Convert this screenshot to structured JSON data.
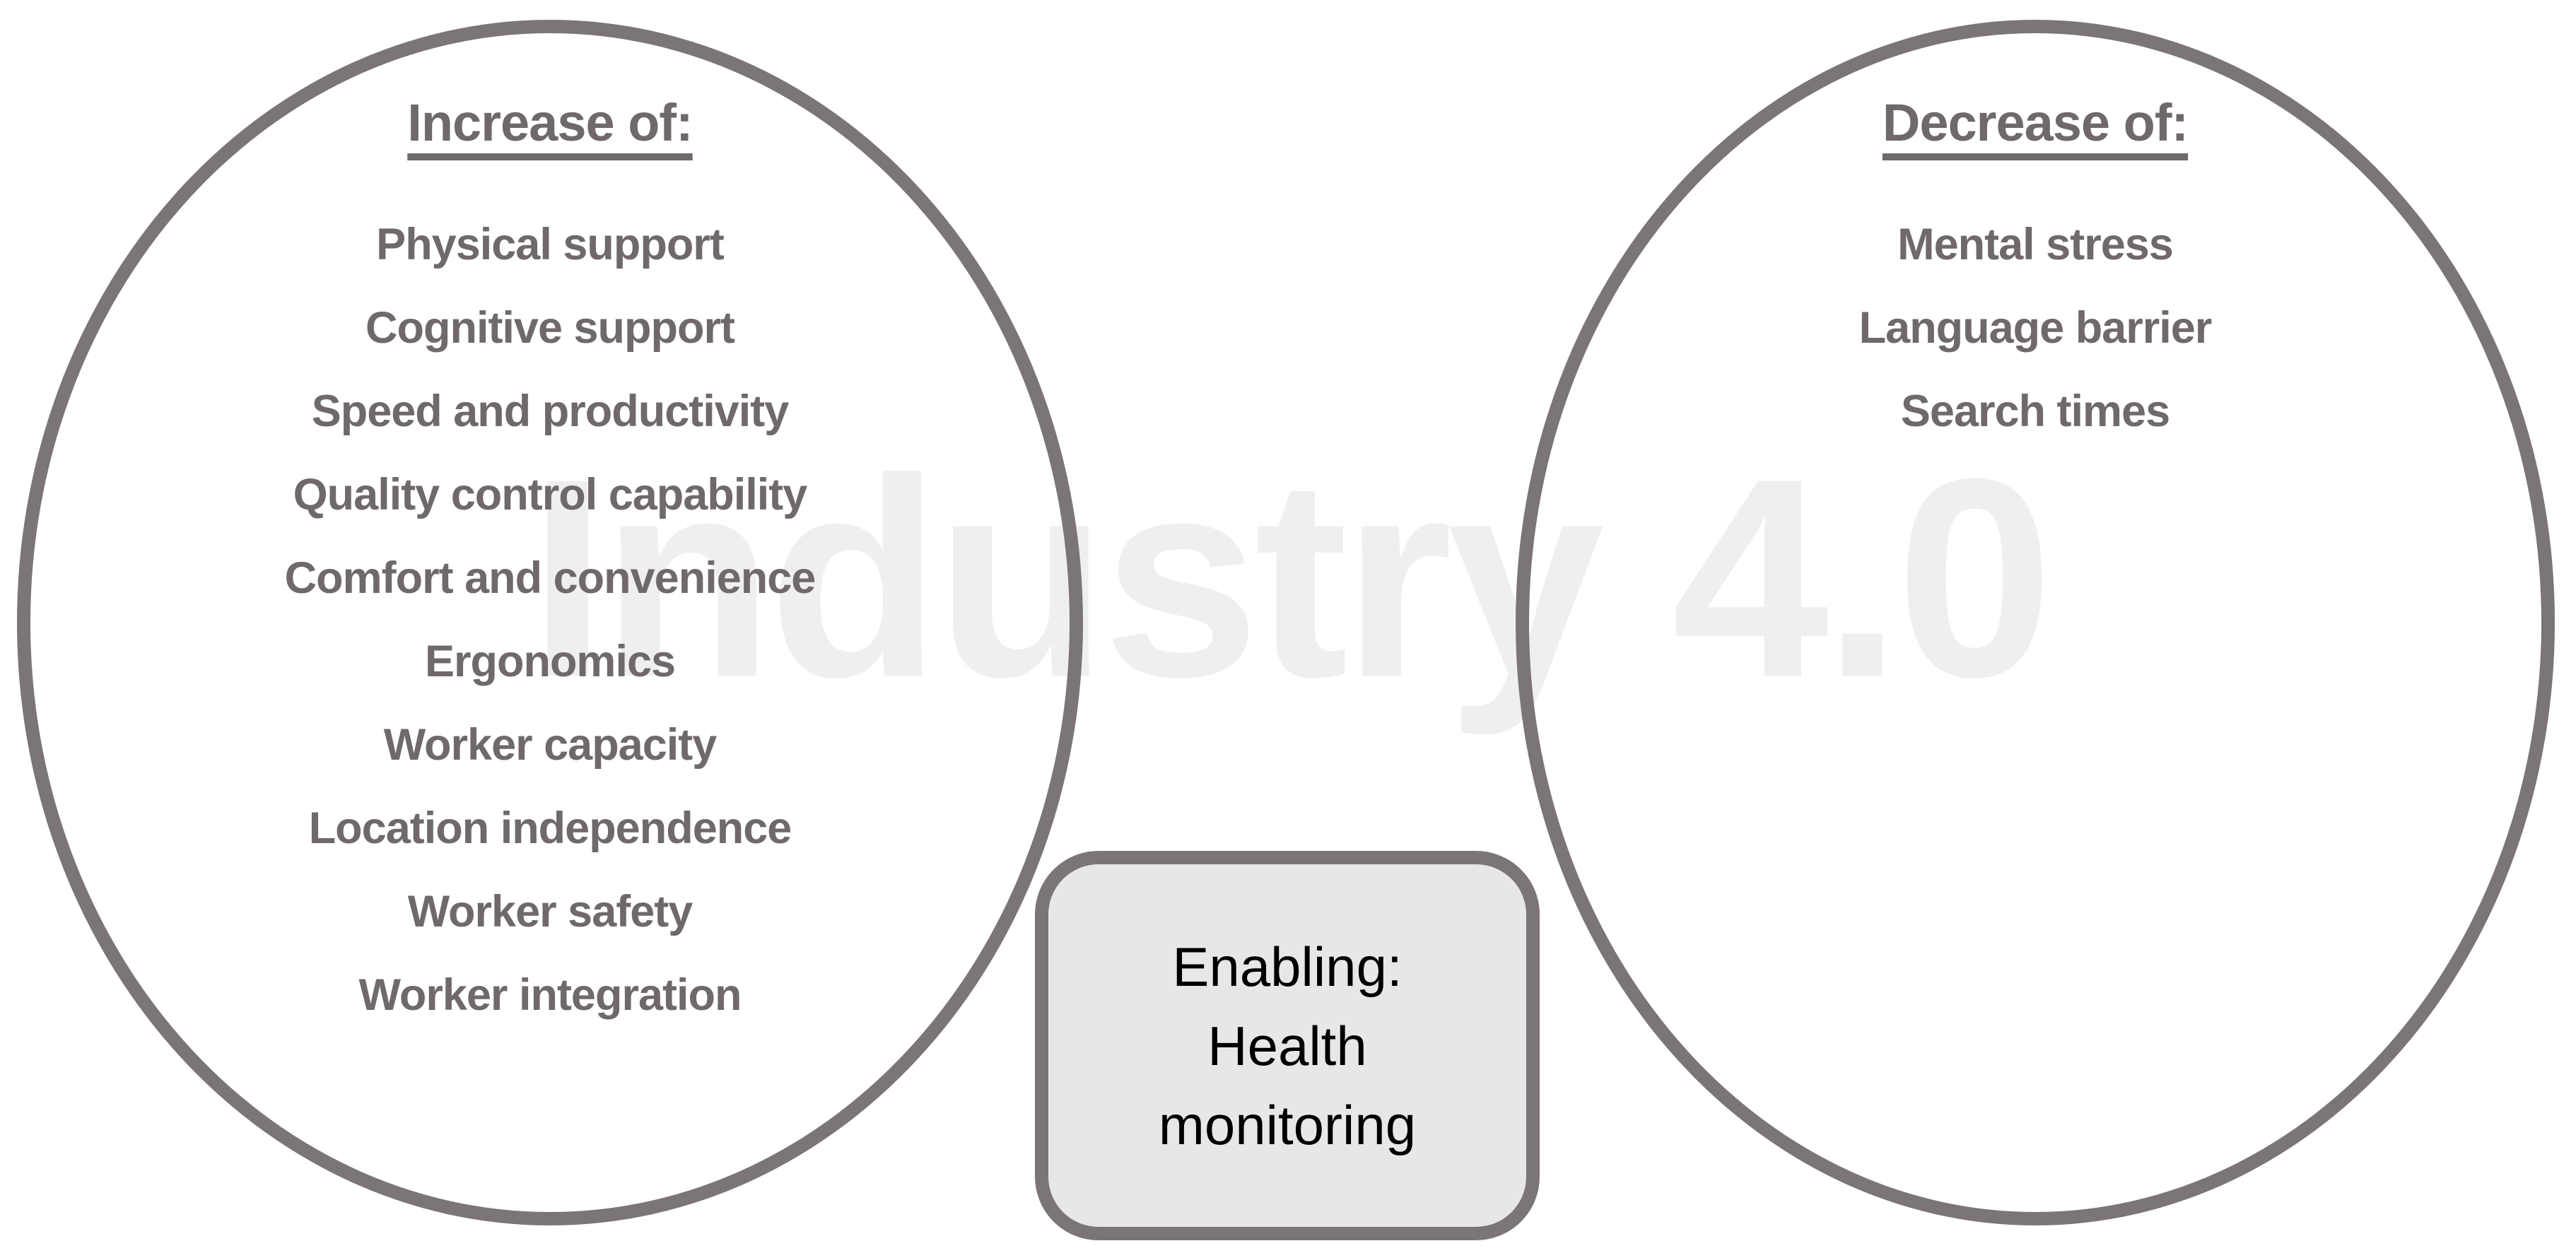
{
  "diagram": {
    "watermark": "Industry 4.0",
    "left_ellipse": {
      "title": "Increase of:",
      "items": [
        "Physical support",
        "Cognitive support",
        "Speed and productivity",
        "Quality control capability",
        "Comfort and convenience",
        "Ergonomics",
        "Worker capacity",
        "Location independence",
        "Worker safety",
        "Worker integration"
      ]
    },
    "right_ellipse": {
      "title": "Decrease of:",
      "items": [
        "Mental stress",
        "Language barrier",
        "Search times"
      ]
    },
    "center_box": {
      "lines": [
        "Enabling:",
        "Health",
        "monitoring"
      ]
    }
  },
  "colors": {
    "outline": "#7b7575",
    "text": "#6f6969",
    "box_fill": "#e8e7e7",
    "box_text": "#000000",
    "watermark": "#f0efef"
  }
}
